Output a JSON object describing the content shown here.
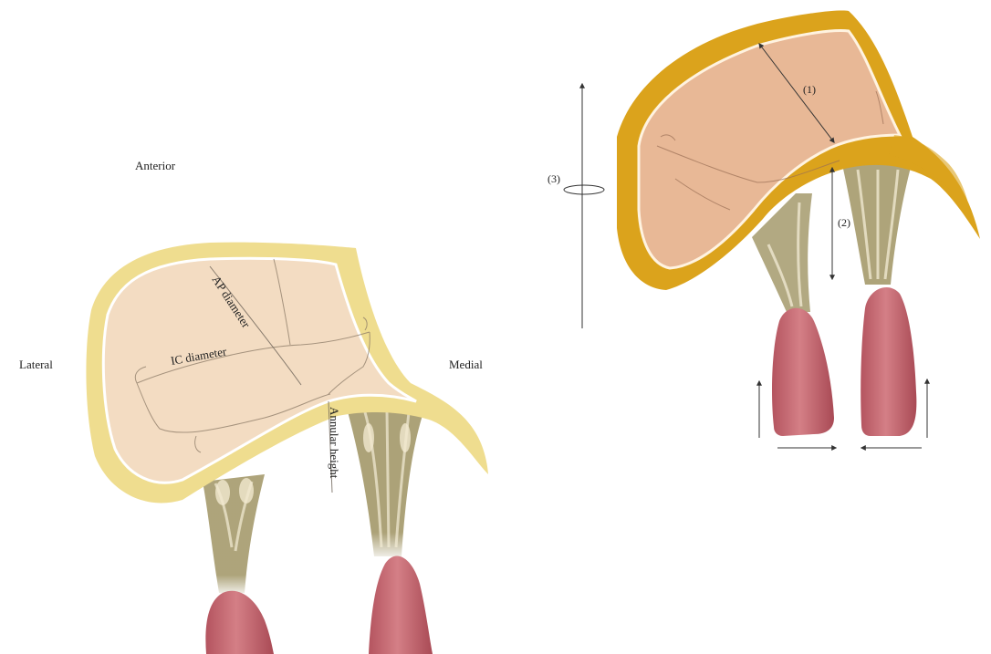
{
  "left_diagram": {
    "labels": {
      "anterior": "Anterior",
      "lateral": "Lateral",
      "medial": "Medial",
      "ap_diameter": "AP diameter",
      "ic_diameter": "IC diameter",
      "annular_height": "Annular height"
    }
  },
  "right_diagram": {
    "labels": {
      "measure_1": "(1)",
      "measure_2": "(2)",
      "measure_3": "(3)"
    }
  },
  "colors": {
    "annulus_light": "#efdd8f",
    "annulus_dark": "#dba31c",
    "leaflet_light": "#f3dcc2",
    "leaflet_dark": "#e8b896",
    "chordae": "#a59a6c",
    "papillary_muscle": "#c66a72"
  }
}
